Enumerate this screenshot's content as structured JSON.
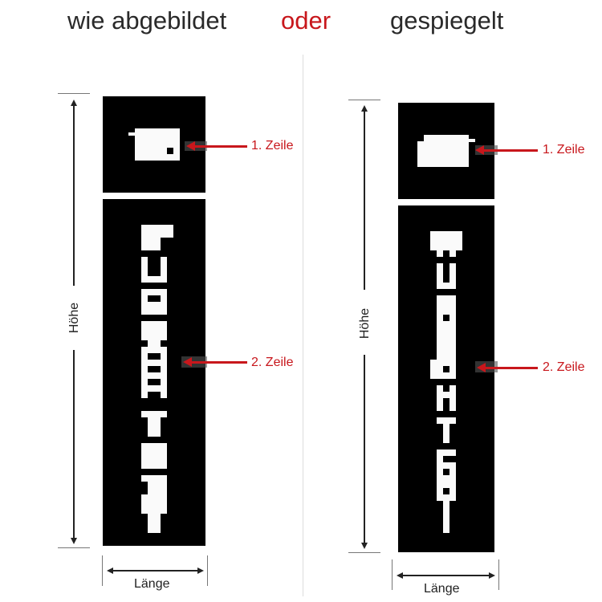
{
  "header": {
    "option_a": "wie abgebildet",
    "separator": "oder",
    "option_b": "gespiegelt"
  },
  "colors": {
    "accent_red": "#c8171c",
    "text": "#2a2a2a",
    "plate": "#000000",
    "glyph": "#fafafa"
  },
  "diagrams": [
    {
      "id": "as-shown",
      "line1_label": "1. Zeile",
      "line2_label": "2. Zeile",
      "height_label": "Höhe",
      "length_label": "Länge"
    },
    {
      "id": "mirrored",
      "line1_label": "1. Zeile",
      "line2_label": "2. Zeile",
      "height_label": "Höhe",
      "length_label": "Länge"
    }
  ]
}
